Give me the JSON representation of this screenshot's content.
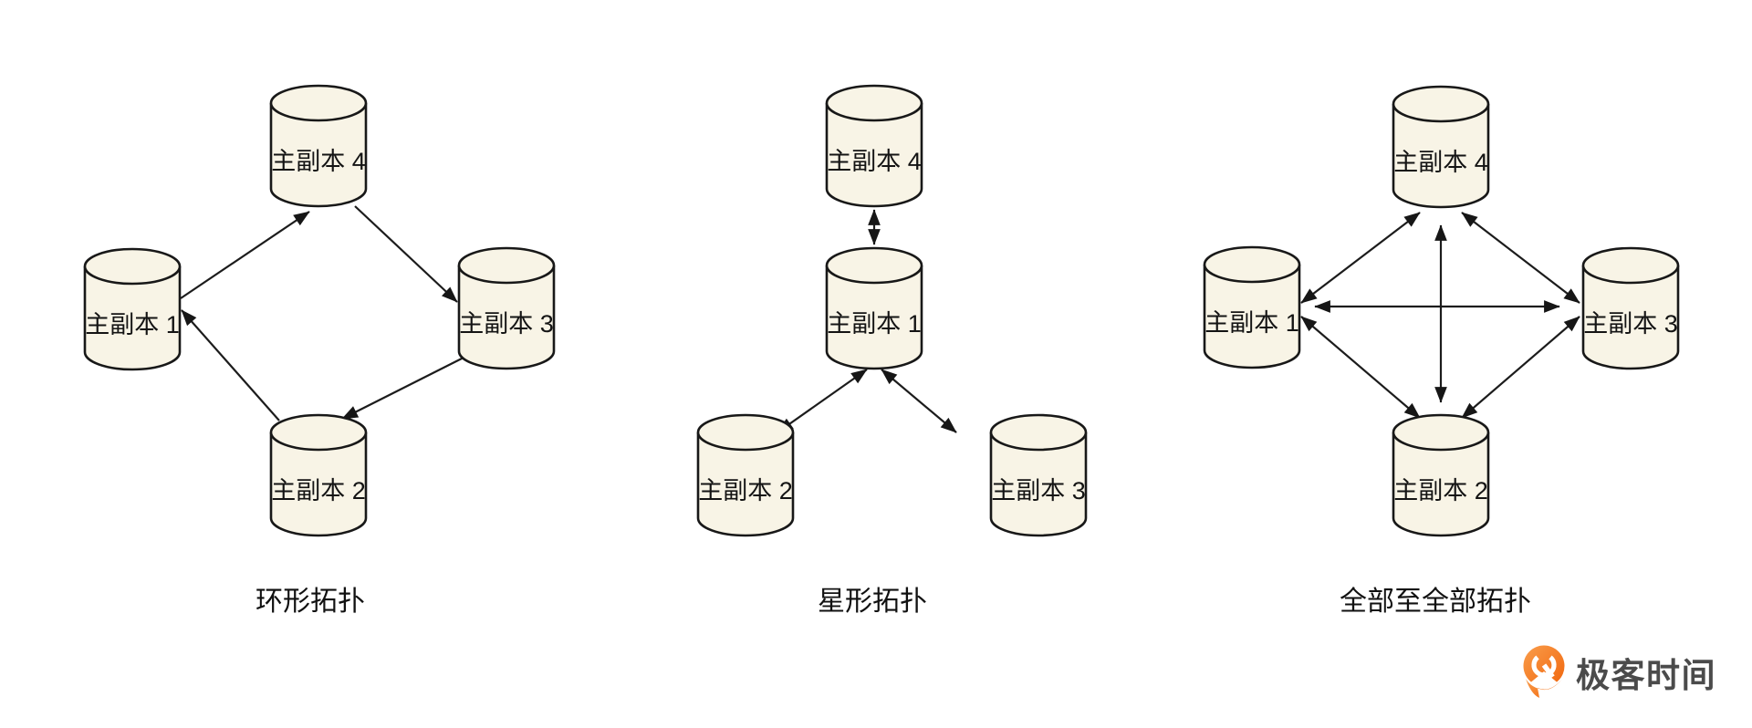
{
  "figure": {
    "background": "#ffffff",
    "description": "Three MySQL multi-primary replication topology diagrams"
  },
  "colors": {
    "cylinder_fill": "#f8f4e6",
    "stroke": "#1c1c1c",
    "brand_orange": "#f1660d",
    "brand_orange_light": "#f99d4b",
    "brand_gray": "#4b4b4b"
  },
  "diagrams": [
    {
      "id": "ring",
      "caption": "环形拓扑",
      "nodes": [
        {
          "label": "主副本 4",
          "position": "top"
        },
        {
          "label": "主副本 1",
          "position": "left"
        },
        {
          "label": "主副本 3",
          "position": "right"
        },
        {
          "label": "主副本 2",
          "position": "bottom"
        }
      ],
      "edges": [
        {
          "from": "主副本 1",
          "to": "主副本 4",
          "bidirectional": false
        },
        {
          "from": "主副本 4",
          "to": "主副本 3",
          "bidirectional": false
        },
        {
          "from": "主副本 3",
          "to": "主副本 2",
          "bidirectional": false
        },
        {
          "from": "主副本 2",
          "to": "主副本 1",
          "bidirectional": false
        }
      ]
    },
    {
      "id": "star",
      "caption": "星形拓扑",
      "nodes": [
        {
          "label": "主副本 4",
          "position": "top"
        },
        {
          "label": "主副本 1",
          "position": "center"
        },
        {
          "label": "主副本 2",
          "position": "bottom-left"
        },
        {
          "label": "主副本 3",
          "position": "bottom-right"
        }
      ],
      "edges": [
        {
          "from": "主副本 4",
          "to": "主副本 1",
          "bidirectional": true
        },
        {
          "from": "主副本 1",
          "to": "主副本 2",
          "bidirectional": true
        },
        {
          "from": "主副本 1",
          "to": "主副本 3",
          "bidirectional": true
        }
      ]
    },
    {
      "id": "all-to-all",
      "caption": "全部至全部拓扑",
      "nodes": [
        {
          "label": "主副本 4",
          "position": "top"
        },
        {
          "label": "主副本 1",
          "position": "left"
        },
        {
          "label": "主副本 3",
          "position": "right"
        },
        {
          "label": "主副本 2",
          "position": "bottom"
        }
      ],
      "edges": [
        {
          "from": "主副本 1",
          "to": "主副本 4",
          "bidirectional": true
        },
        {
          "from": "主副本 4",
          "to": "主副本 3",
          "bidirectional": true
        },
        {
          "from": "主副本 1",
          "to": "主副本 2",
          "bidirectional": true
        },
        {
          "from": "主副本 2",
          "to": "主副本 3",
          "bidirectional": true
        },
        {
          "from": "主副本 1",
          "to": "主副本 3",
          "bidirectional": true
        },
        {
          "from": "主副本 4",
          "to": "主副本 2",
          "bidirectional": true
        }
      ]
    }
  ],
  "logo": {
    "brand": "极客时间",
    "icon": "geektime-icon"
  }
}
